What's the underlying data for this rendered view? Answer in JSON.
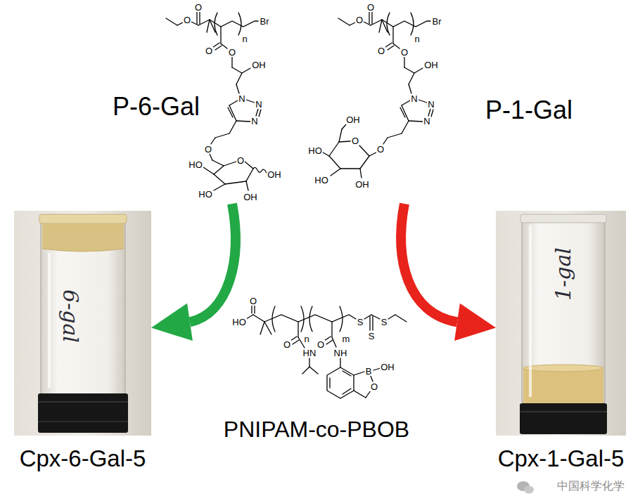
{
  "diagram": {
    "nodes": [
      {
        "text": [
          "P-6-Gal"
        ]
      },
      {
        "text": [
          "P-1-Gal"
        ]
      },
      {
        "text": [
          "6-gal",
          "Cpx-6-Gal-5"
        ]
      },
      {
        "text": [
          "1-gal",
          "Cpx-1-Gal-5"
        ]
      }
    ],
    "edges": [
      {
        "from": 0,
        "to": 2,
        "arrow": "to"
      },
      {
        "from": 1,
        "to": 3,
        "arrow": "to"
      }
    ],
    "labels": [
      "PNIPAM-co-PBOB",
      "O",
      "O",
      "n",
      "Br",
      "O",
      "O",
      "OH",
      "N",
      "N",
      "N",
      "O",
      "O",
      "HO",
      "HO",
      "OH",
      "OH",
      "O",
      "O",
      "n",
      "Br",
      "O",
      "O",
      "OH",
      "N",
      "N",
      "N",
      "O",
      "O",
      "OH",
      "HO",
      "HO",
      "OH",
      "O",
      "HO",
      "n",
      "m",
      "S",
      "S",
      "S",
      "O",
      "HN",
      "O",
      "NH",
      "B",
      "OH",
      "O",
      "中国科学化学"
    ]
  }
}
